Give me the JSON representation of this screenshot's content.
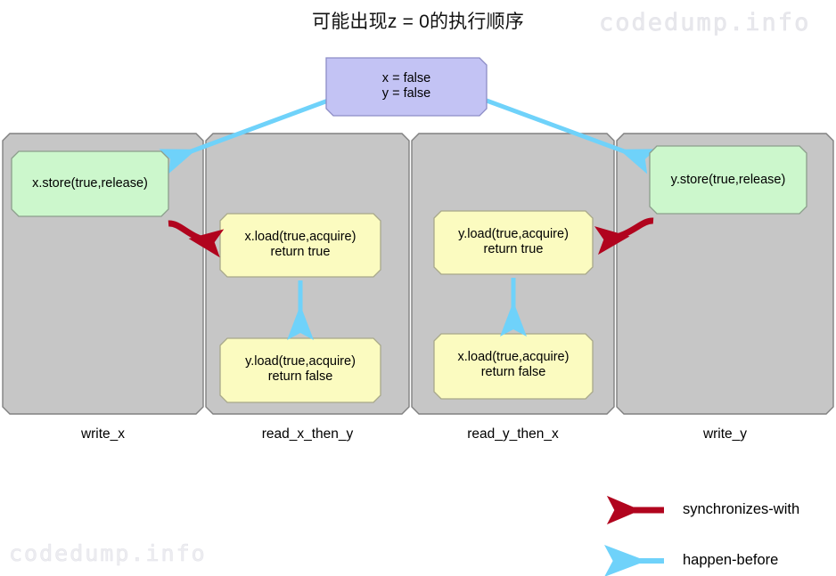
{
  "title": "可能出现z = 0的执行顺序",
  "watermarks": {
    "top_right": "codedump.info",
    "bottom_left": "codedump.info"
  },
  "colors": {
    "init_box_fill": "#c3c3f4",
    "init_box_stroke": "#8f8fc8",
    "store_box_fill": "#ccf7cc",
    "store_box_stroke": "#8c9e8c",
    "load_box_fill": "#fbfbc0",
    "load_box_stroke": "#a8a88a",
    "panel_fill": "#c6c6c6",
    "panel_stroke": "#7f7f7f",
    "synchronizes_with": "#b1041e",
    "happen_before": "#6fd2fa",
    "page_background": "#ffffff"
  },
  "init_box": {
    "name": "initial-state",
    "lines": "x = false\ny = false"
  },
  "threads": [
    {
      "id": "write_x",
      "label": "write_x",
      "steps": [
        {
          "id": "x-store",
          "kind": "store",
          "lines": "x.store(true,release)"
        }
      ]
    },
    {
      "id": "read_x_then_y",
      "label": "read_x_then_y",
      "steps": [
        {
          "id": "x-load-true",
          "kind": "load",
          "lines": "x.load(true,acquire)\nreturn true"
        },
        {
          "id": "y-load-false",
          "kind": "load",
          "lines": "y.load(true,acquire)\nreturn false"
        }
      ]
    },
    {
      "id": "read_y_then_x",
      "label": "read_y_then_x",
      "steps": [
        {
          "id": "y-load-true",
          "kind": "load",
          "lines": "y.load(true,acquire)\nreturn true"
        },
        {
          "id": "x-load-false",
          "kind": "load",
          "lines": "x.load(true,acquire)\nreturn false"
        }
      ]
    },
    {
      "id": "write_y",
      "label": "write_y",
      "steps": [
        {
          "id": "y-store",
          "kind": "store",
          "lines": "y.store(true,release)"
        }
      ]
    }
  ],
  "edges": [
    {
      "id": "init-to-x-store",
      "type": "happen-before",
      "from": "initial-state",
      "to": "x-store"
    },
    {
      "id": "init-to-y-store",
      "type": "happen-before",
      "from": "initial-state",
      "to": "y-store"
    },
    {
      "id": "x-store-to-x-load",
      "type": "synchronizes-with",
      "from": "x-store",
      "to": "x-load-true"
    },
    {
      "id": "y-store-to-y-load",
      "type": "synchronizes-with",
      "from": "y-store",
      "to": "y-load-true"
    },
    {
      "id": "x-load-to-y-load",
      "type": "happen-before",
      "from": "x-load-true",
      "to": "y-load-false"
    },
    {
      "id": "y-load-to-x-load",
      "type": "happen-before",
      "from": "y-load-true",
      "to": "x-load-false"
    }
  ],
  "legend": [
    {
      "id": "legend-synchronizes-with",
      "label": "synchronizes-with",
      "color": "#b1041e"
    },
    {
      "id": "legend-happen-before",
      "label": "happen-before",
      "color": "#6fd2fa"
    }
  ]
}
